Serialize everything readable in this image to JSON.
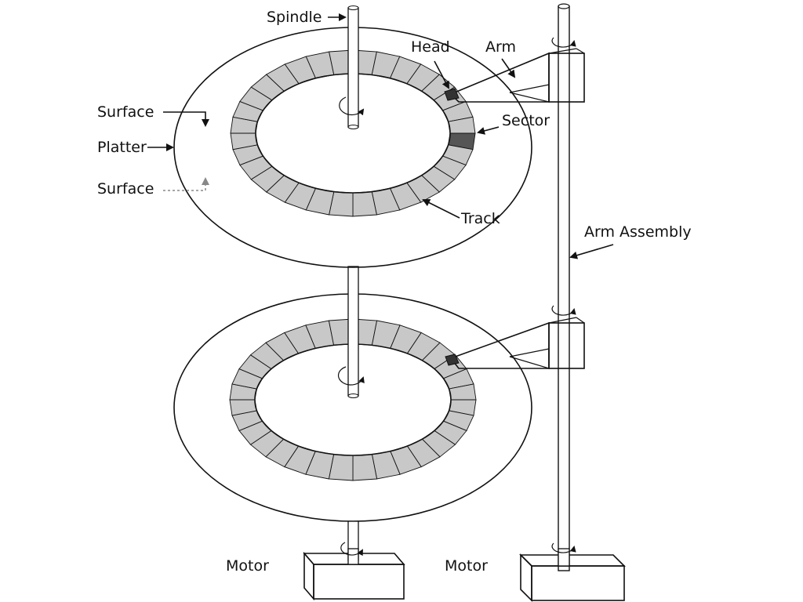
{
  "labels": {
    "spindle": "Spindle",
    "head": "Head",
    "arm": "Arm",
    "surface_top": "Surface",
    "platter": "Platter",
    "surface_bottom": "Surface",
    "sector": "Sector",
    "track": "Track",
    "arm_assembly": "Arm Assembly",
    "motor_left": "Motor",
    "motor_right": "Motor"
  },
  "platter": {
    "sectors_per_track": 32
  },
  "colors": {
    "line": "#111111",
    "track_fill": "#c8c8c8",
    "sector_highlight": "#555555",
    "head": "#333333",
    "surface_dashed": "#888888"
  }
}
